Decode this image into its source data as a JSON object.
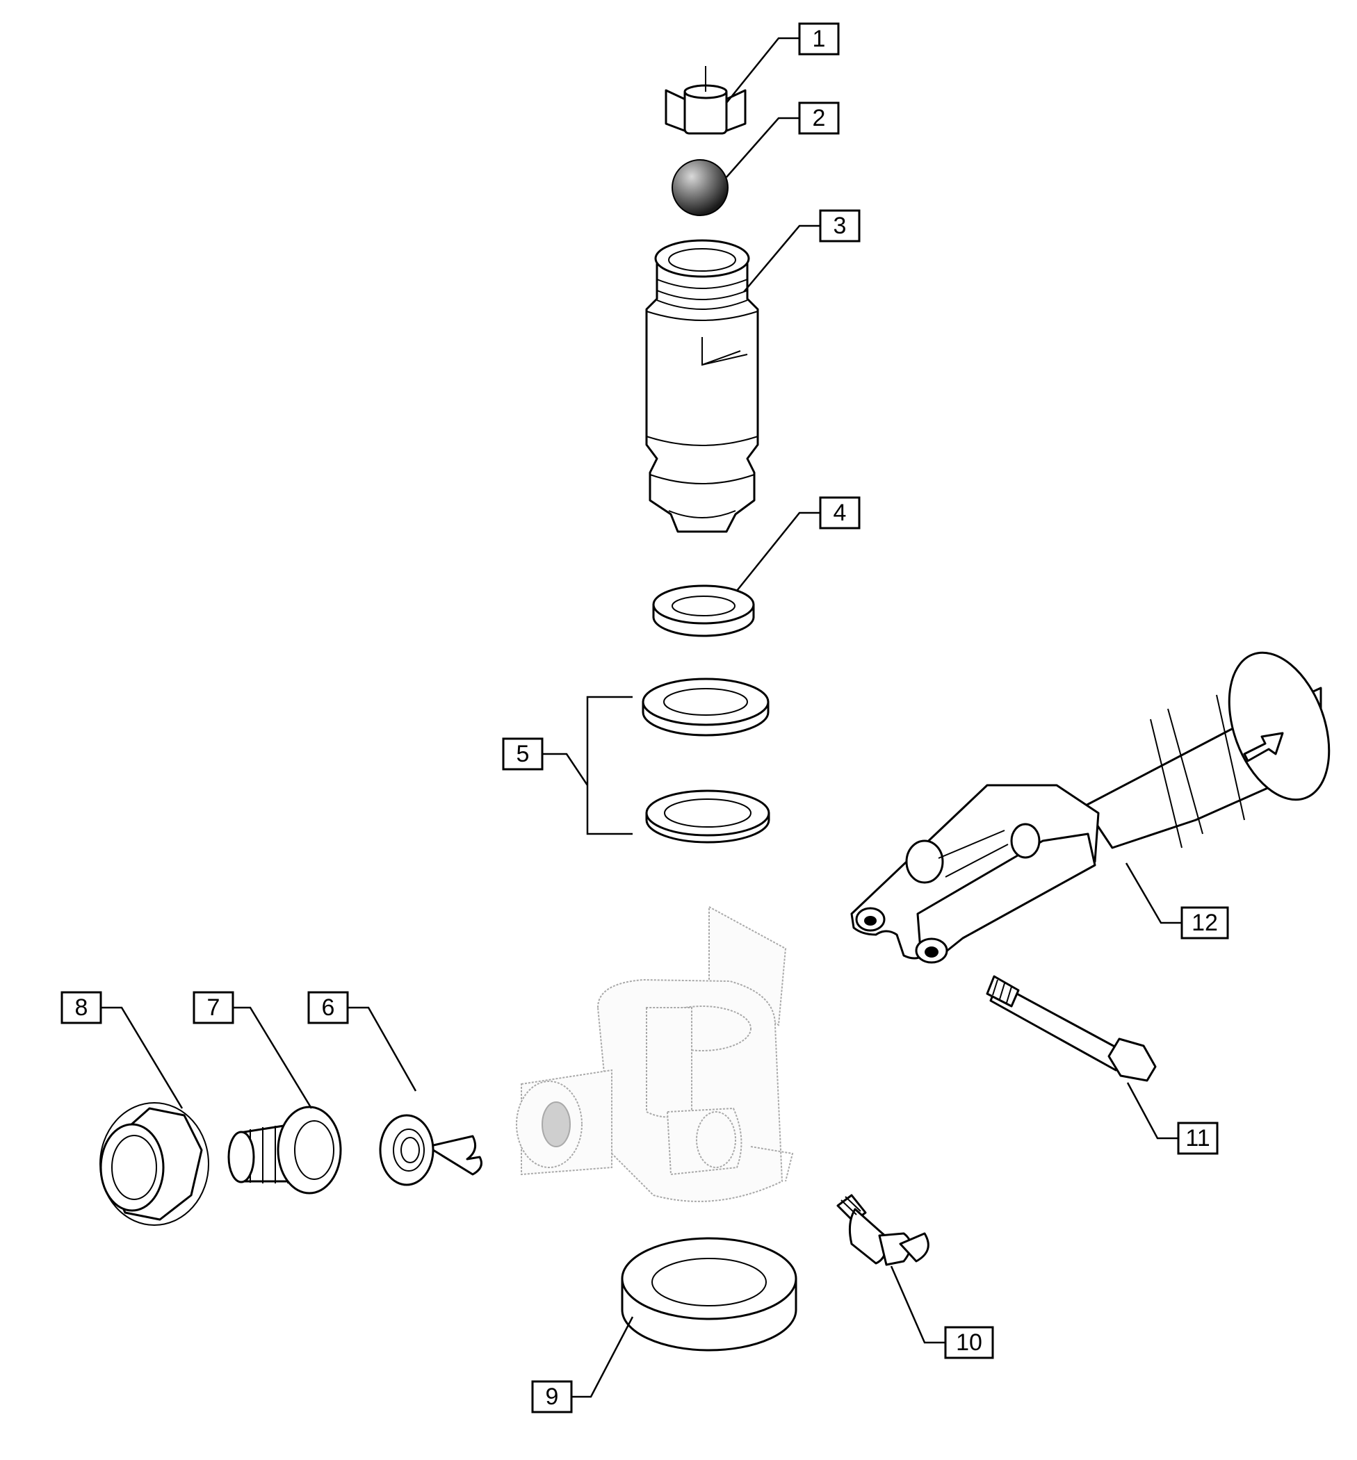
{
  "callouts": [
    {
      "id": "1",
      "label": "1"
    },
    {
      "id": "2",
      "label": "2"
    },
    {
      "id": "3",
      "label": "3"
    },
    {
      "id": "4",
      "label": "4"
    },
    {
      "id": "5",
      "label": "5"
    },
    {
      "id": "6",
      "label": "6"
    },
    {
      "id": "7",
      "label": "7"
    },
    {
      "id": "8",
      "label": "8"
    },
    {
      "id": "9",
      "label": "9"
    },
    {
      "id": "10",
      "label": "10"
    },
    {
      "id": "11",
      "label": "11"
    },
    {
      "id": "12",
      "label": "12"
    }
  ],
  "colors": {
    "ink": "#000000",
    "ghost": "#a9a9a9",
    "background": "#ffffff"
  }
}
